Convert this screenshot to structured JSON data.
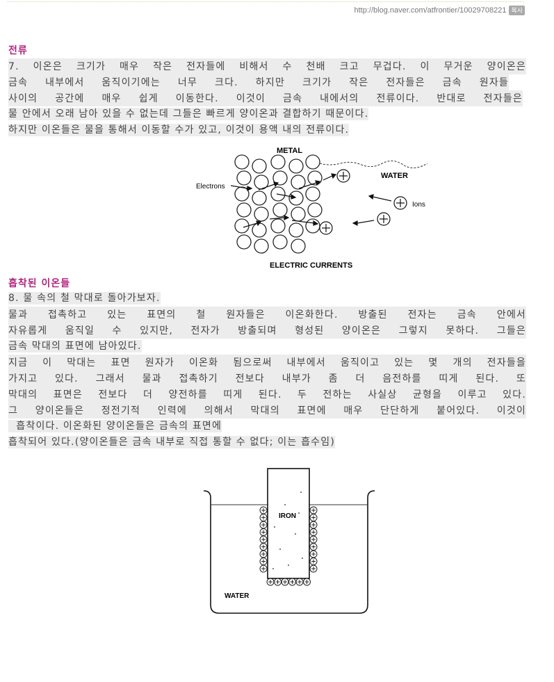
{
  "source": {
    "url": "http://blog.naver.com/atfrontier/10029708221",
    "copy_label": "복사"
  },
  "section1": {
    "heading": "전류",
    "lines": [
      "7. 이온은 크기가 매우 작은 전자들에 비해서 수 천배 크고 무겁다. 이 무거운 양이온은",
      "금속 내부에서 움직이기에는 너무 크다. 하지만 크기가 작은 전자들은 금속 원자들",
      "사이의 공간에 매우 쉽게 이동한다. 이것이 금속 내에서의 전류이다. 반대로 전자들은",
      "물 안에서 오래 남아 있을 수 없는데 그들은 빠르게 양이온과 결합하기 때문이다.",
      "하지만 이온들은 물을 통해서 이동할 수가 있고, 이것이 용액 내의 전류이다."
    ]
  },
  "figure1": {
    "label_metal": "METAL",
    "label_water": "WATER",
    "label_electrons": "Electrons",
    "label_ions": "Ions",
    "caption": "ELECTRIC CURRENTS"
  },
  "section2": {
    "heading": "흡착된 이온들",
    "lines": [
      "8. 물 속의 철 막대로 돌아가보자.",
      "물과 접촉하고 있는 표면의 철 원자들은 이온화한다. 방출된 전자는 금속 안에서",
      "자유롭게 움직일 수 있지만, 전자가 방출되며 형성된 양이온은 그렇지 못하다. 그들은",
      "금속 막대의 표면에 남아있다.",
      "지금 이 막대는 표면 원자가 이온화 됨으로써 내부에서 움직이고 있는 몇 개의 전자들을",
      "가지고 있다. 그래서 물과 접촉하기 전보다 내부가 좀 더 음전하를 띠게 된다. 또",
      "막대의 표면은 전보다 더 양전하를 띠게 된다. 두 전하는 사실상 균형을 이루고 있다.",
      "그 양이온들은 정전기적 인력에 의해서 막대의 표면에 매우 단단하게 붙어있다. 이것이",
      "  흡착이다. 이온화된 양이온들은 금속의 표면에",
      "흡착되어 있다.(양이온들은 금속 내부로 직접 통할 수 없다; 이는 흡수임)"
    ]
  },
  "figure2": {
    "label_iron": "IRON",
    "label_water": "WATER"
  }
}
